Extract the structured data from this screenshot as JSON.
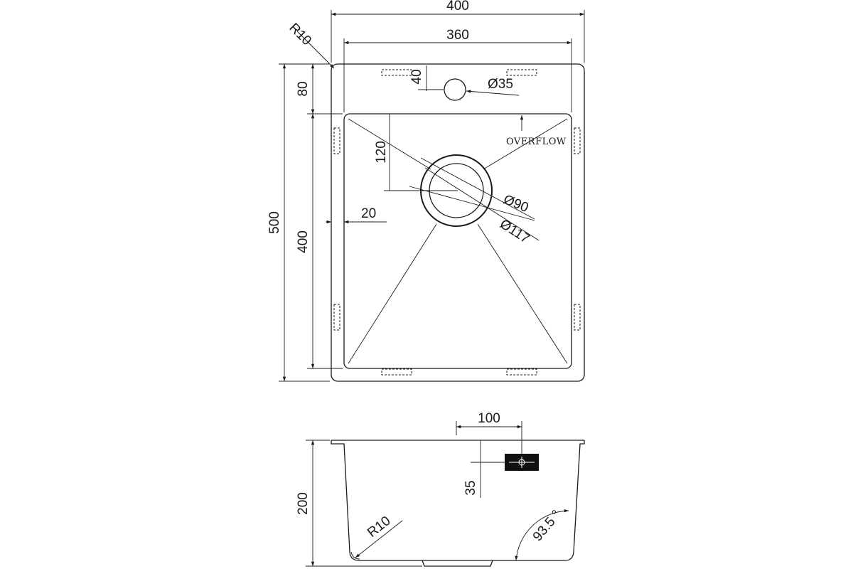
{
  "top_view": {
    "overall_width": "400",
    "bowl_width": "360",
    "overall_length": "500",
    "bowl_length": "400",
    "corner_radius": "R10",
    "tap_offset": "40",
    "top_margin": "80",
    "tap_hole_diameter": "Ø35",
    "drain_offset": "120",
    "side_margin": "20",
    "drain_inner_diameter": "Ø90",
    "drain_outer_diameter": "Ø117",
    "overflow_label": "OVERFLOW"
  },
  "side_view": {
    "overflow_offset": "100",
    "overflow_height": "35",
    "depth": "200",
    "corner_radius": "R10",
    "wall_angle": "93.5 °"
  }
}
